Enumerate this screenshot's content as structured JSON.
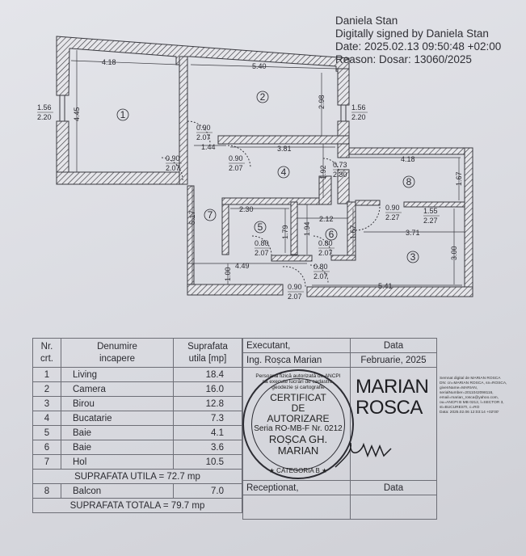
{
  "signature": {
    "name": "Daniela Stan",
    "signed_by": "Digitally signed by Daniela Stan",
    "date": "Date: 2025.02.13 09:50:48 +02:00",
    "reason": "Reason: Dosar: 13060/2025"
  },
  "plan": {
    "rooms": [
      "1",
      "2",
      "3",
      "4",
      "5",
      "6",
      "7",
      "8"
    ],
    "dimensions": {
      "d418a": "4.18",
      "d540": "5.40",
      "d445": "4.45",
      "d298": "2.98",
      "d144": "1.44",
      "d381": "3.81",
      "d192": "1.92",
      "d418b": "4.18",
      "d167a": "1.67",
      "d517": "5.17",
      "d230": "2.30",
      "d179": "1.79",
      "d194": "1.94",
      "d212": "2.12",
      "d167b": "1.67",
      "d371": "3.71",
      "d300": "3.00",
      "d449": "4.49",
      "d100": "1.00",
      "d541": "5.41"
    },
    "openings": [
      {
        "w": "1.56",
        "h": "2.20"
      },
      {
        "w": "1.56",
        "h": "2.20"
      },
      {
        "w": "0.90",
        "h": "2.07"
      },
      {
        "w": "0.90",
        "h": "2.07"
      },
      {
        "w": "0.90",
        "h": "2.07"
      },
      {
        "w": "0.73",
        "h": "2.30"
      },
      {
        "w": "0.90",
        "h": "2.27"
      },
      {
        "w": "1.55",
        "h": "2.27"
      },
      {
        "w": "0.80",
        "h": "2.07"
      },
      {
        "w": "0.80",
        "h": "2.07"
      },
      {
        "w": "0.80",
        "h": "2.07"
      },
      {
        "w": "0.90",
        "h": "2.07"
      }
    ]
  },
  "rooms_table": {
    "headers": {
      "nr1": "Nr.",
      "nr2": "crt.",
      "name1": "Denumire",
      "name2": "incapere",
      "area1": "Suprafata",
      "area2": "utila [mp]"
    },
    "rows": [
      {
        "nr": "1",
        "name": "Living",
        "area": "18.4"
      },
      {
        "nr": "2",
        "name": "Camera",
        "area": "16.0"
      },
      {
        "nr": "3",
        "name": "Birou",
        "area": "12.8"
      },
      {
        "nr": "4",
        "name": "Bucatarie",
        "area": "7.3"
      },
      {
        "nr": "5",
        "name": "Baie",
        "area": "4.1"
      },
      {
        "nr": "6",
        "name": "Baie",
        "area": "3.6"
      },
      {
        "nr": "7",
        "name": "Hol",
        "area": "10.5"
      }
    ],
    "useful_total": "SUPRAFATA UTILA = 72.7 mp",
    "balcony": {
      "nr": "8",
      "name": "Balcon",
      "area": "7.0"
    },
    "grand_total": "SUPRAFATA TOTALA = 79.7 mp"
  },
  "signoff_table": {
    "executant_label": "Executant,",
    "executant_name": "Ing. Roșca Marian",
    "date_label": "Data",
    "date_value": "Februarie, 2025",
    "receptionat_label": "Receptionat,",
    "date_label2": "Data"
  },
  "stamp": {
    "ring_top": "Persoană fizică autorizată de ANCPI să execute lucrări de cadastru, geodezie și cartografie",
    "line1": "CERTIFICAT",
    "line2": "DE",
    "line3": "AUTORIZARE",
    "line4": "Seria RO-MB-F Nr. 0212",
    "line5": "ROȘCA GH.",
    "line6": "MARIAN",
    "ring_bottom": "★ CATEGORIA B ★"
  },
  "digital_signature": {
    "name1": "MARIAN",
    "name2": "ROSCA",
    "details": [
      "Semnat digital de MARIAN ROSCA",
      "DN: cn=MARIAN ROSCA, sn=ROSCA,",
      "givenName=MARIAN,",
      "serialNumber=2011042098116,",
      "email=marian_rosca@yahoo.com,",
      "ou=ANCPI B MB 0212, l=SECTOR 3,",
      "st=BUCURESTI, c=RO",
      "Data: 2025.02.06 12:03:14 +02'00'"
    ]
  }
}
